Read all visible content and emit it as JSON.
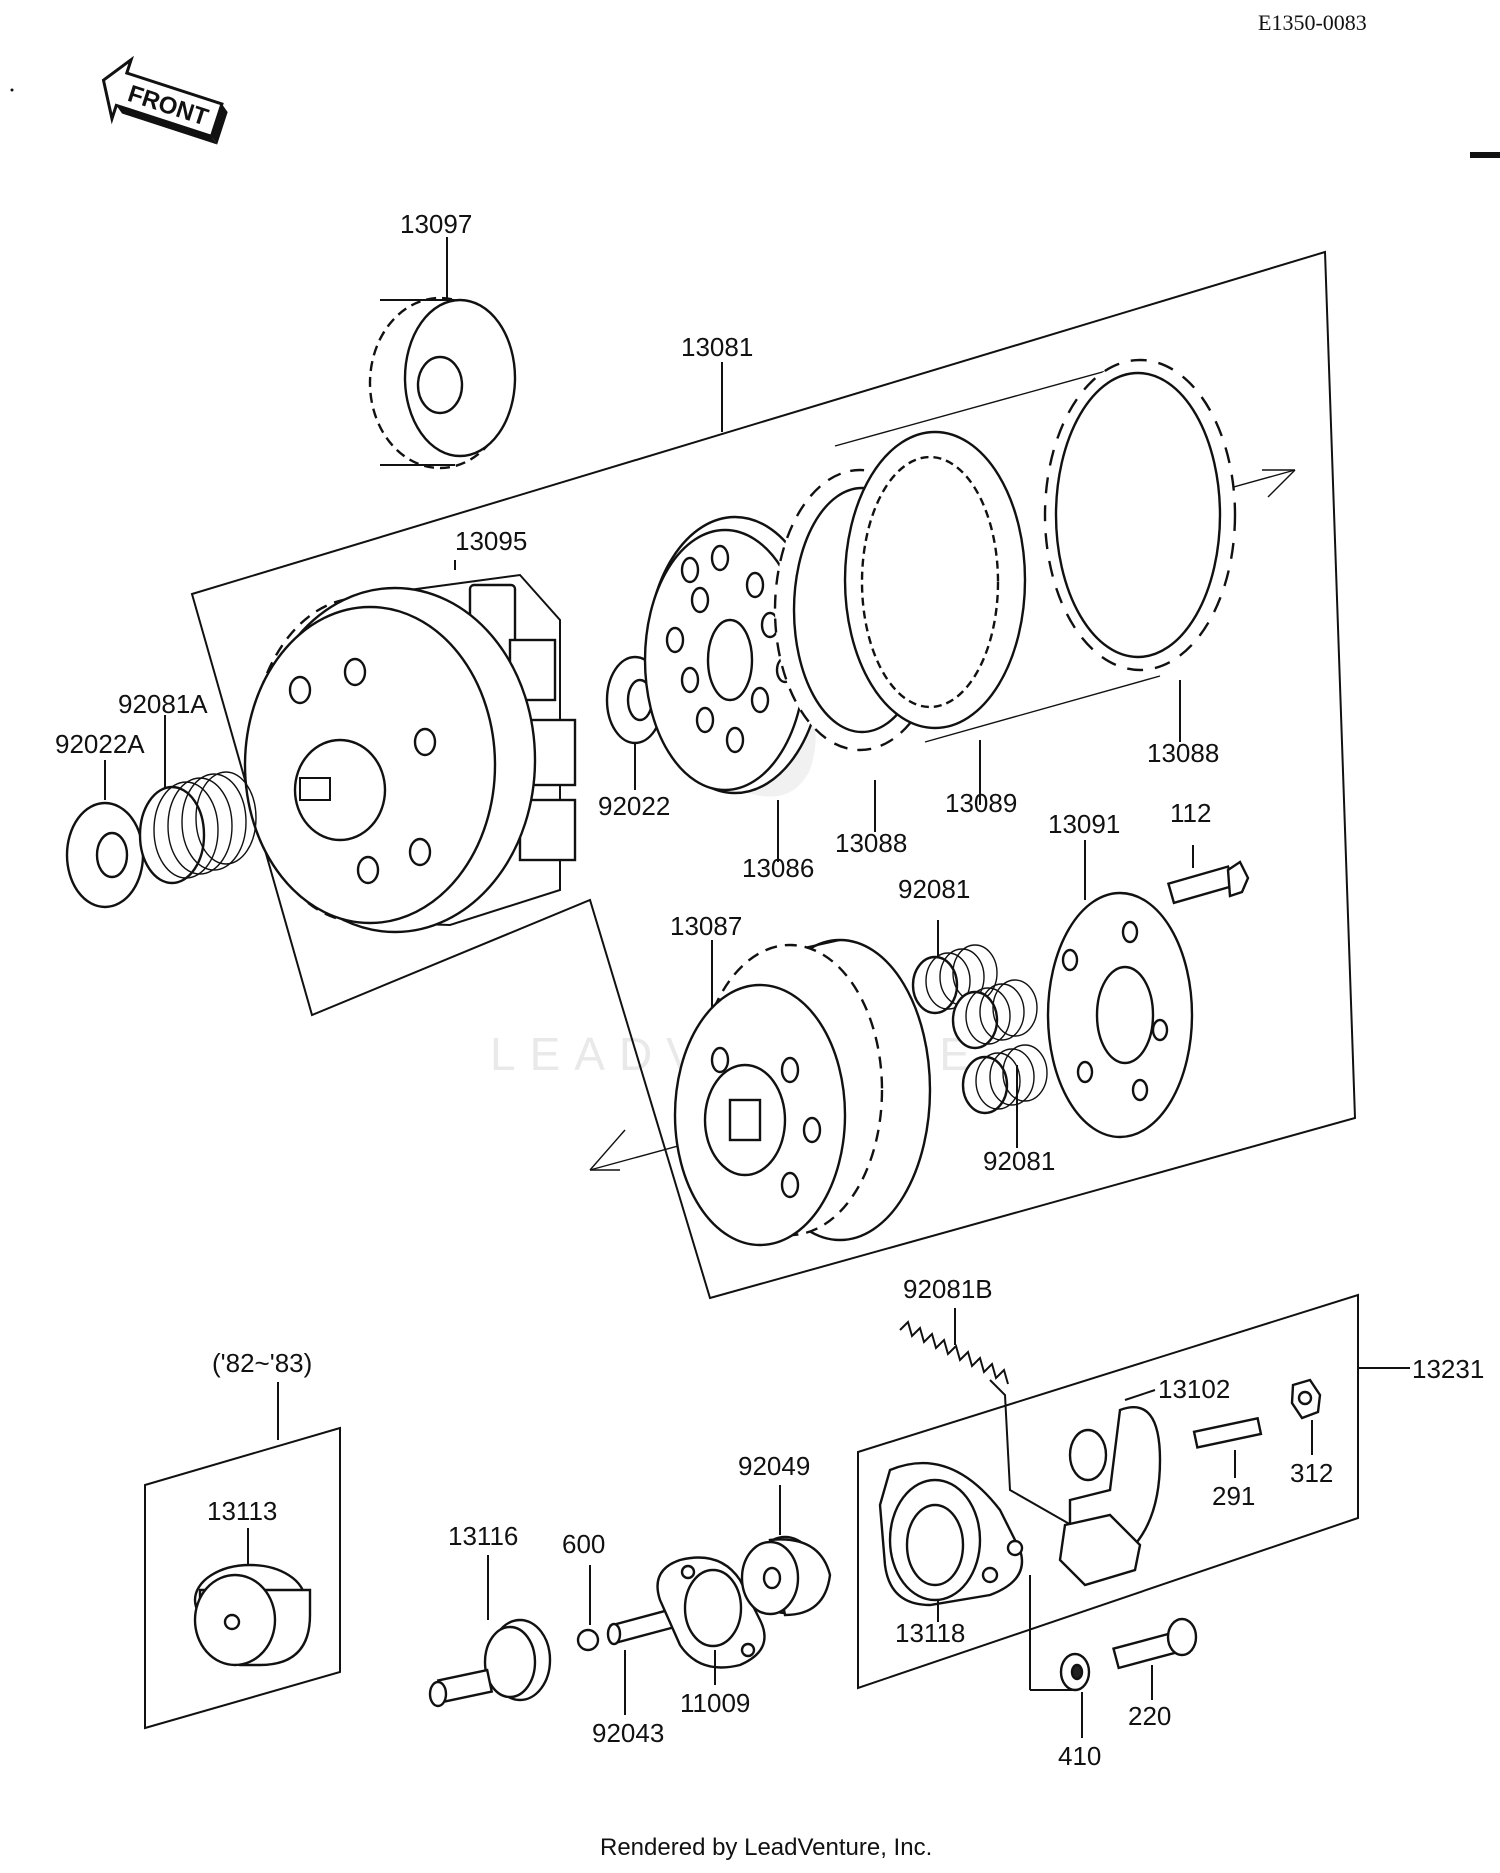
{
  "diagram_code": "E1350-0083",
  "front_arrow_label": "FRONT",
  "footer": "Rendered by LeadVenture, Inc.",
  "watermark": "LEADVENTURE",
  "year_note": "('82~'83)",
  "parts": {
    "p13097": "13097",
    "p13081": "13081",
    "p13095": "13095",
    "p92081A": "92081A",
    "p92022A": "92022A",
    "p92022": "92022",
    "p13086": "13086",
    "p13088a": "13088",
    "p13088b": "13088",
    "p13089": "13089",
    "p13091": "13091",
    "p112": "112",
    "p92081a": "92081",
    "p92081b": "92081",
    "p13087": "13087",
    "p92081B": "92081B",
    "p13231": "13231",
    "p13102": "13102",
    "p291": "291",
    "p312": "312",
    "p13113": "13113",
    "p13116": "13116",
    "p600": "600",
    "p92049": "92049",
    "p92043": "92043",
    "p11009": "11009",
    "p13118": "13118",
    "p410": "410",
    "p220": "220"
  }
}
